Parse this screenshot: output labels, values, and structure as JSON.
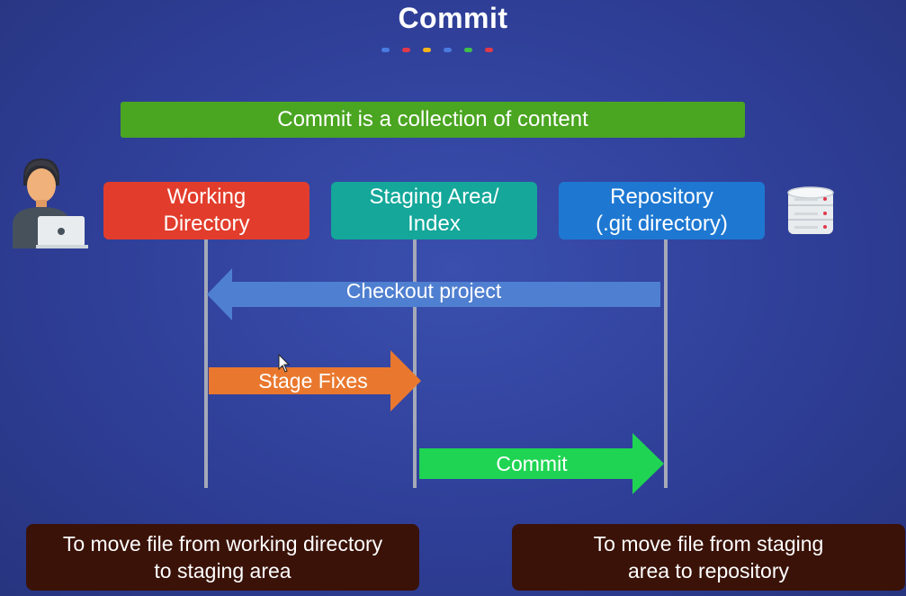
{
  "title": "Commit",
  "colors": {
    "dots": [
      "#4a7be0",
      "#e0394a",
      "#f3b41b",
      "#4a7be0",
      "#3fbf4a",
      "#e0394a"
    ],
    "banner": "#4aa521",
    "working_directory": "#e23d2c",
    "staging_area": "#14a79a",
    "repository": "#1e78d2",
    "arrow_checkout": "#4f7fd0",
    "arrow_stage": "#e9782e",
    "arrow_commit": "#1fd452",
    "caption_bg": "#3a1208"
  },
  "banner_text": "Commit is a collection of content",
  "stages": {
    "working": "Working\nDirectory",
    "staging": "Staging Area/\nIndex",
    "repository": "Repository\n(.git directory)"
  },
  "icons": {
    "user": "person-with-laptop-icon",
    "database": "database-icon",
    "cursor": "mouse-pointer-icon"
  },
  "arrows": {
    "checkout": "Checkout project",
    "stage": "Stage Fixes",
    "commit": "Commit"
  },
  "captions": {
    "left": "To move file from working directory\nto staging area",
    "right": "To move file from staging\narea to repository"
  }
}
